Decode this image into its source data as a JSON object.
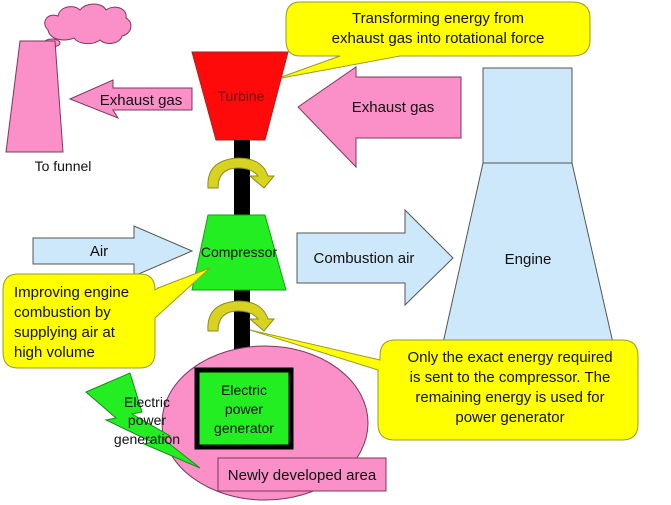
{
  "colors": {
    "pink": "#fb8fc8",
    "pink_stroke": "#7a3a5a",
    "red": "#ff0a0a",
    "green": "#22ee22",
    "light_blue": "#cde8fa",
    "blue_stroke": "#555555",
    "yellow": "#ffff00",
    "yellow_stroke": "#9a9a2a",
    "rotation_arrow": "#d8d320",
    "shaft": "#000000",
    "text": "#111111"
  },
  "labels": {
    "to_funnel": "To funnel",
    "exhaust_gas_left": "Exhaust gas",
    "exhaust_gas_right": "Exhaust gas",
    "turbine": "Turbine",
    "compressor": "Compressor",
    "air": "Air",
    "combustion_air": "Combustion air",
    "engine": "Engine",
    "generator": [
      "Electric",
      "power",
      "generator"
    ],
    "power_generation": [
      "Electric",
      "power",
      "generation"
    ],
    "newly_developed_area": "Newly developed area"
  },
  "callouts": {
    "turbine_note": [
      "Transforming energy from",
      "exhaust gas into rotational force"
    ],
    "compressor_note": [
      "Improving engine",
      "combustion by",
      "supplying air at",
      "high volume"
    ],
    "energy_note": [
      "Only the exact energy required",
      "is sent to the compressor. The",
      "remaining energy is used for",
      "power generator"
    ]
  }
}
